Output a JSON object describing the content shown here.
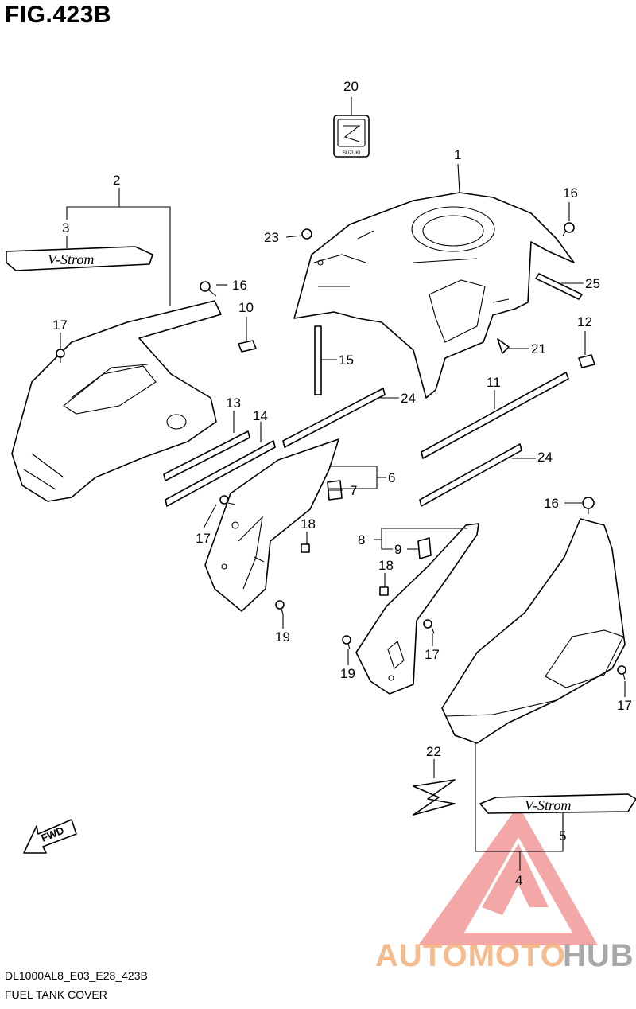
{
  "figure": {
    "title": "FIG.423B",
    "model_code": "DL1000AL8_E03_E28_423B",
    "name": "FUEL TANK COVER"
  },
  "direction_arrow": {
    "label": "FWD"
  },
  "badges": {
    "emblem_text": "SUZUKI",
    "stripe_text": "V-Strom"
  },
  "callouts": [
    "1",
    "2",
    "3",
    "4",
    "5",
    "6",
    "7",
    "8",
    "9",
    "10",
    "11",
    "12",
    "13",
    "14",
    "15",
    "16",
    "16",
    "16",
    "17",
    "17",
    "17",
    "17",
    "18",
    "18",
    "19",
    "19",
    "20",
    "21",
    "22",
    "23",
    "24",
    "24",
    "25"
  ],
  "watermark": {
    "text_primary": "AUTOMOTO",
    "text_secondary": "HUB",
    "color_primary": "#f5b07a",
    "color_secondary": "#9a9a9a",
    "color_logo": "#f08a8a"
  }
}
